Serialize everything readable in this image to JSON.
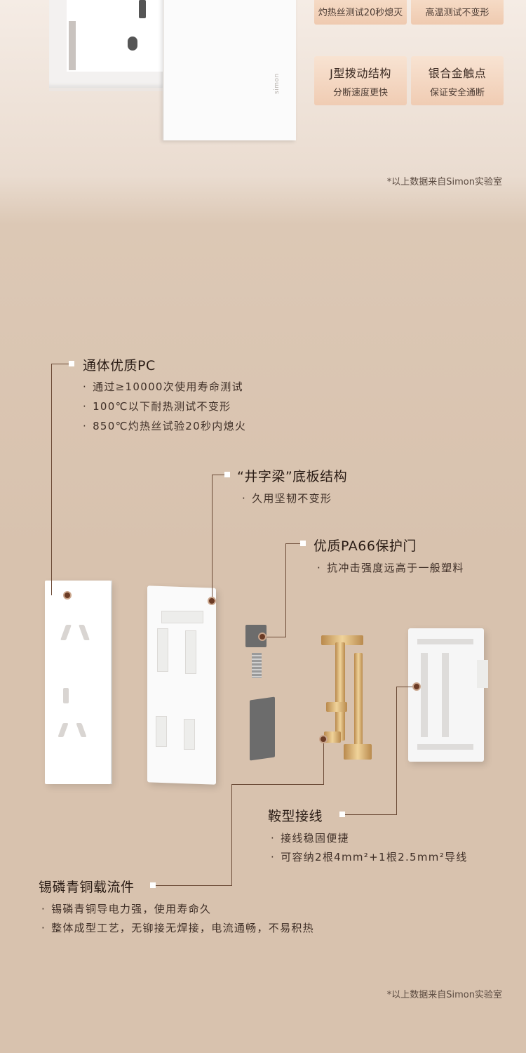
{
  "top": {
    "badges": [
      {
        "line1": "灼热丝测试20秒熄灭",
        "line2": ""
      },
      {
        "line1": "高温测试不变形",
        "line2": ""
      },
      {
        "line1": "J型拨动结构",
        "line2": "分断速度更快"
      },
      {
        "line1": "银合金触点",
        "line2": "保证安全通断"
      }
    ],
    "footnote": "*以上数据来自Simon实验室",
    "logo": "simon"
  },
  "diagram": {
    "callouts": [
      {
        "title": "通体优质PC",
        "items": [
          "通过≥10000次使用寿命测试",
          "100℃以下耐热测试不变形",
          "850℃灼热丝试验20秒内熄火"
        ]
      },
      {
        "title": "“井字梁”底板结构",
        "items": [
          "久用坚韧不变形"
        ]
      },
      {
        "title": "优质PA66保护门",
        "items": [
          "抗冲击强度远高于一般塑料"
        ]
      },
      {
        "title": "鞍型接线",
        "items": [
          "接线稳固便捷",
          "可容纳2根4mm²+1根2.5mm²导线"
        ]
      },
      {
        "title": "锡磷青铜载流件",
        "items": [
          "锡磷青铜导电力强，使用寿命久",
          "整体成型工艺，无铆接无焊接，电流通畅，不易积热"
        ]
      }
    ],
    "footnote": "*以上数据来自Simon实验室"
  },
  "colors": {
    "accent": "#6b3b25",
    "badge": "#f0ccb3",
    "background": "#d8c2ae"
  }
}
